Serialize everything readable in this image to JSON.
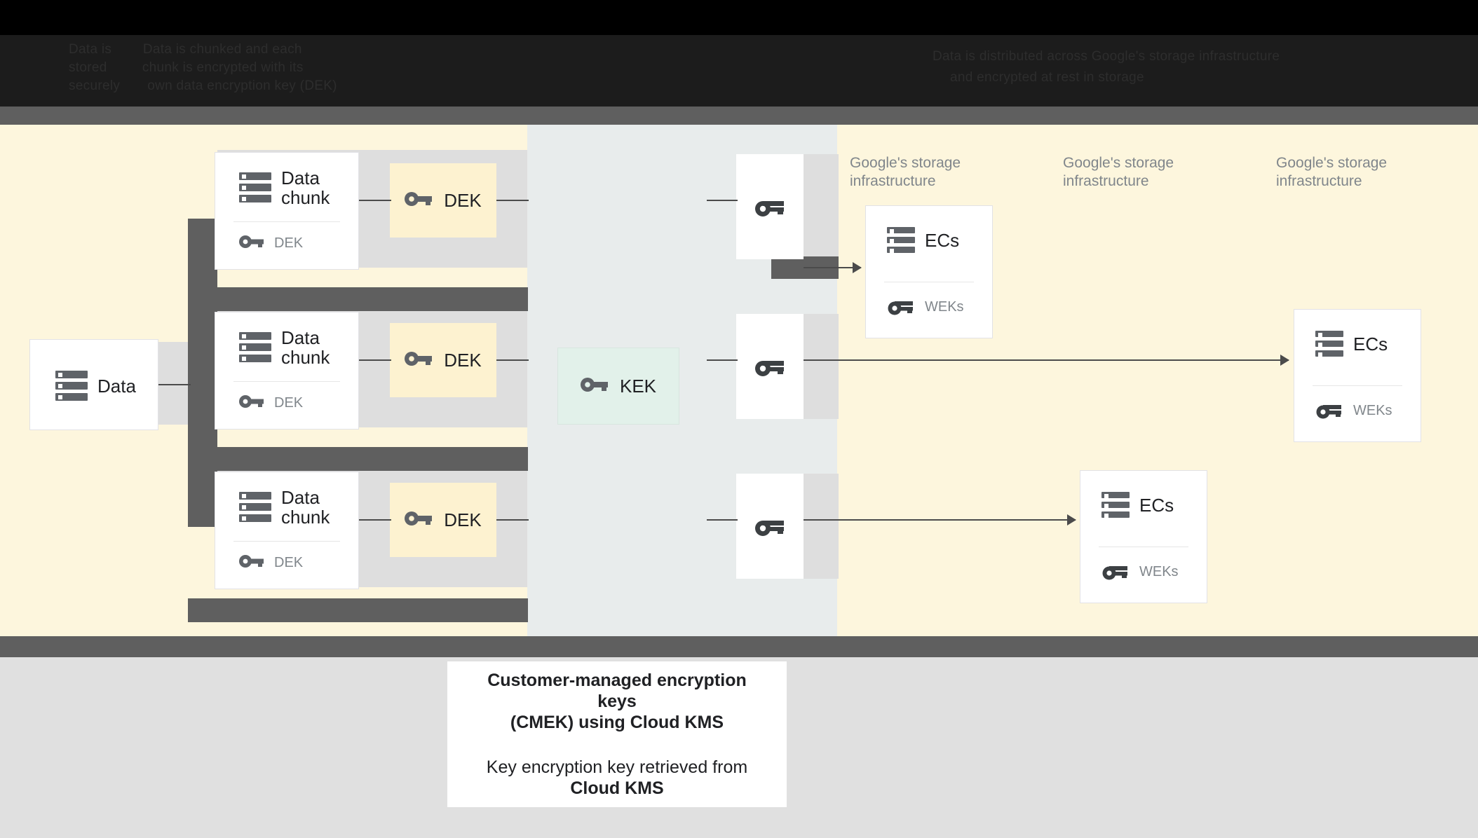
{
  "banner": {
    "lines": [
      "Data is        Data is chunked and each",
      "stored         chunk is encrypted with its",
      "securely       own data encryption key (DEK)",
      "Data is distributed across Google's storage infrastructure",
      "and encrypted at rest in storage"
    ]
  },
  "diagram": {
    "source": {
      "label": "Data",
      "icon": "server-icon"
    },
    "chunks": [
      {
        "title": "Data\nchunk",
        "key_label": "DEK",
        "icon": "server-icon",
        "key_icon": "key-icon"
      },
      {
        "title": "Data\nchunk",
        "key_label": "DEK",
        "icon": "server-icon",
        "key_icon": "key-icon"
      },
      {
        "title": "Data\nchunk",
        "key_label": "DEK",
        "icon": "server-icon",
        "key_icon": "key-icon"
      }
    ],
    "dek_boxes": [
      {
        "label": "DEK",
        "icon": "key-icon"
      },
      {
        "label": "DEK",
        "icon": "key-icon"
      },
      {
        "label": "DEK",
        "icon": "key-icon"
      }
    ],
    "kek": {
      "label": "KEK",
      "icon": "key-icon"
    },
    "wrapped_keys": [
      {
        "icon": "key-icon"
      },
      {
        "icon": "key-icon"
      },
      {
        "icon": "key-icon"
      }
    ],
    "storage_labels": [
      "Google's storage\ninfrastructure",
      "Google's storage\ninfrastructure",
      "Google's storage\ninfrastructure"
    ],
    "ec_boxes": [
      {
        "title": "ECs",
        "key_label": "WEKs",
        "icon": "server-icon",
        "key_icon": "key-icon"
      },
      {
        "title": "ECs",
        "key_label": "WEKs",
        "icon": "server-icon",
        "key_icon": "key-icon"
      },
      {
        "title": "ECs",
        "key_label": "WEKs",
        "icon": "server-icon",
        "key_icon": "key-icon"
      }
    ]
  },
  "caption": {
    "line1": "Customer-managed encryption keys",
    "line2": "(CMEK) using Cloud KMS",
    "line3": "Key encryption key retrieved from",
    "line4": "Cloud KMS"
  },
  "colors": {
    "cream": "#fdf6dd",
    "mid_band": "#e8ecec",
    "plate_gray": "#dedede",
    "dark_bar": "#5f5f5f",
    "dek_yellow": "#fdf2d0",
    "kek_green": "#e2f1ea",
    "icon_gray": "#5f6368",
    "muted_text": "#80868b",
    "footer_gray": "#e0e0e0"
  }
}
